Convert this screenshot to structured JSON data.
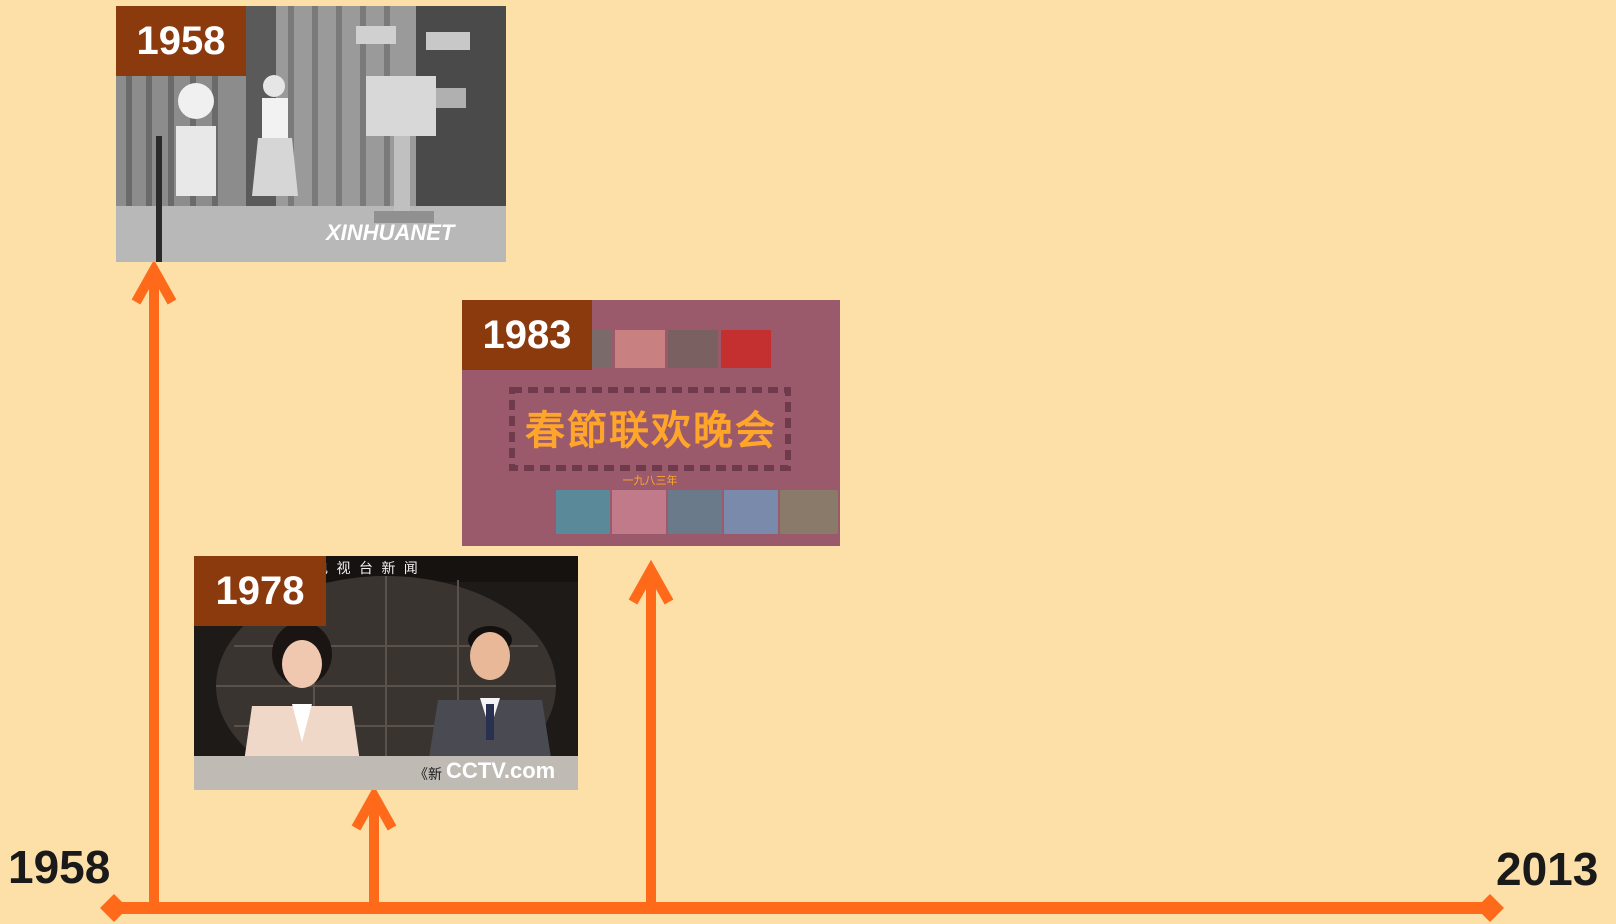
{
  "timeline": {
    "start_label": "1958",
    "end_label": "2013",
    "line_color": "#ff6a1a",
    "background_color": "#fddfa8"
  },
  "events": [
    {
      "year": "1958",
      "watermark": "XINHUANET",
      "image": "black-and-white photo of a female presenter standing in a studio beside a television camera"
    },
    {
      "year": "1978",
      "header_text": "电 视 台 新 闻",
      "watermark": "CCTV.com",
      "caption_prefix": "《新",
      "image": "color photo of a female and a male news anchor seated at a desk in front of a globe backdrop"
    },
    {
      "year": "1983",
      "title": "春節联欢晚会",
      "subtitle": "一九八三年",
      "image": "mauve title card framed by a dashed border with small stage-performance thumbnails above and below"
    }
  ],
  "colors": {
    "badge": "#8b3a0e",
    "badge_text": "#ffffff",
    "card_1983_bg": "#9a5a6c",
    "title_1983": "#ffa52a"
  }
}
